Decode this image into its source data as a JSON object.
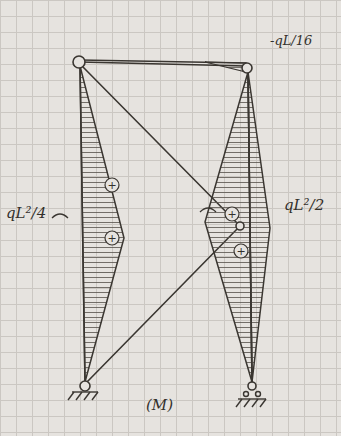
{
  "diagram": {
    "labels": [
      "-qL/16",
      "qL²/4",
      "qL²/2",
      "+",
      "+",
      "+",
      "+",
      "(M)"
    ]
  }
}
